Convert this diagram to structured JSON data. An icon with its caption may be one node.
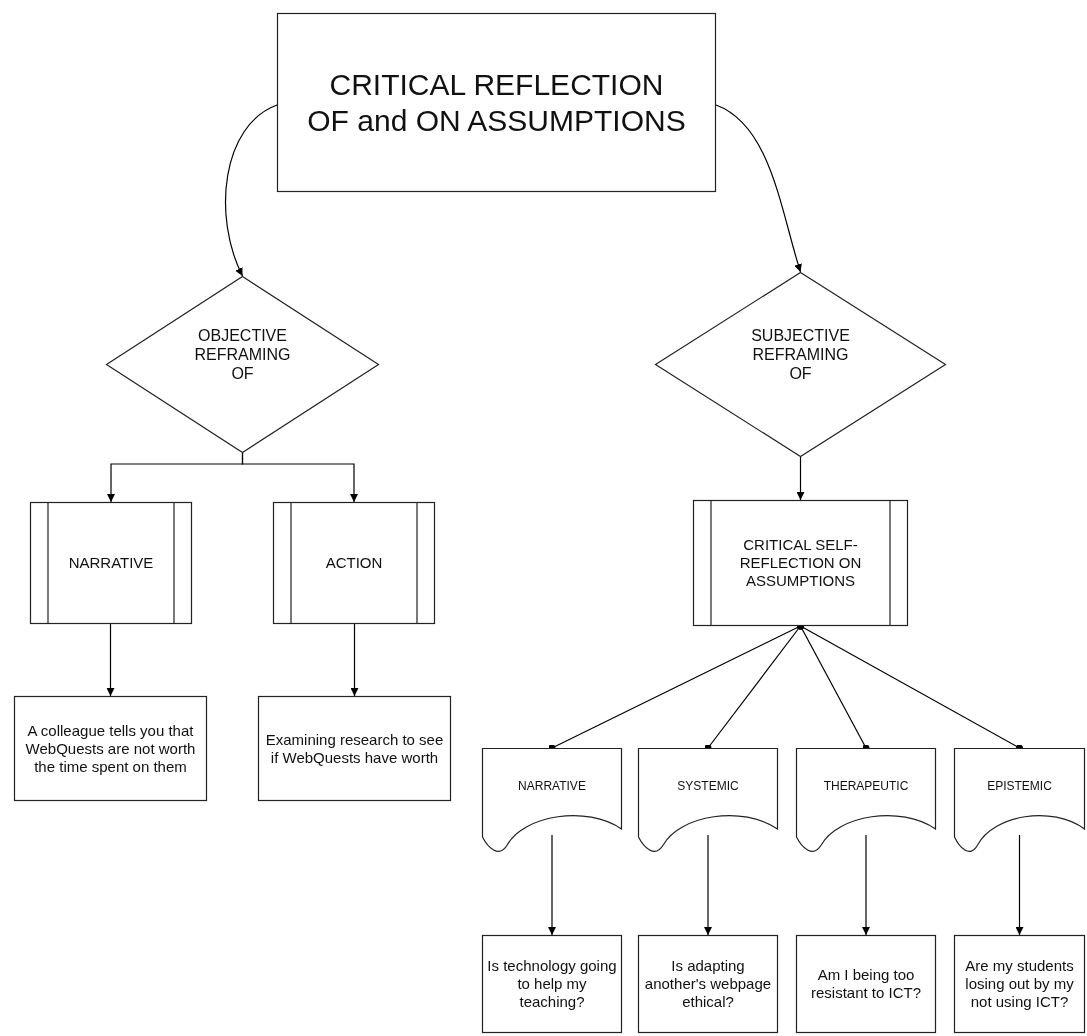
{
  "diagram": {
    "nodes": [
      {
        "text": [
          "CRITICAL REFLECTION OF and ON ASSUMPTIONS"
        ]
      },
      {
        "text": [
          "OBJECTIVE REFRAMING OF"
        ]
      },
      {
        "text": [
          "SUBJECTIVE REFRAMING OF"
        ]
      },
      {
        "text": [
          "NARRATIVE"
        ]
      },
      {
        "text": [
          "ACTION"
        ]
      },
      {
        "text": [
          "CRITICAL SELF-REFLECTION ON ASSUMPTIONS"
        ]
      },
      {
        "text": [
          "A colleague tells you that WebQuests are not worth the time spent on them"
        ]
      },
      {
        "text": [
          "Examining research to see if WebQuests have worth"
        ]
      },
      {
        "text": [
          "NARRATIVE"
        ]
      },
      {
        "text": [
          "SYSTEMIC"
        ]
      },
      {
        "text": [
          "THERAPEUTIC"
        ]
      },
      {
        "text": [
          "EPISTEMIC"
        ]
      },
      {
        "text": [
          "Is technology going to help my teaching?"
        ]
      },
      {
        "text": [
          "Is adapting another's webpage ethical?"
        ]
      },
      {
        "text": [
          "Am I being too resistant to ICT?"
        ]
      },
      {
        "text": [
          "Are my students losing out by my not using ICT?"
        ]
      }
    ],
    "edges": [
      {
        "from": 0,
        "to": 1,
        "arrow": "to"
      },
      {
        "from": 0,
        "to": 2,
        "arrow": "to"
      },
      {
        "from": 1,
        "to": 3,
        "arrow": "to"
      },
      {
        "from": 1,
        "to": 4,
        "arrow": "to"
      },
      {
        "from": 2,
        "to": 5,
        "arrow": "to"
      },
      {
        "from": 3,
        "to": 6,
        "arrow": "to"
      },
      {
        "from": 4,
        "to": 7,
        "arrow": "to"
      },
      {
        "from": 5,
        "to": 8,
        "arrow": "other"
      },
      {
        "from": 5,
        "to": 9,
        "arrow": "other"
      },
      {
        "from": 5,
        "to": 10,
        "arrow": "other"
      },
      {
        "from": 5,
        "to": 11,
        "arrow": "other"
      },
      {
        "from": 8,
        "to": 12,
        "arrow": "to"
      },
      {
        "from": 9,
        "to": 13,
        "arrow": "to"
      },
      {
        "from": 10,
        "to": 14,
        "arrow": "to"
      },
      {
        "from": 11,
        "to": 15,
        "arrow": "to"
      }
    ]
  }
}
